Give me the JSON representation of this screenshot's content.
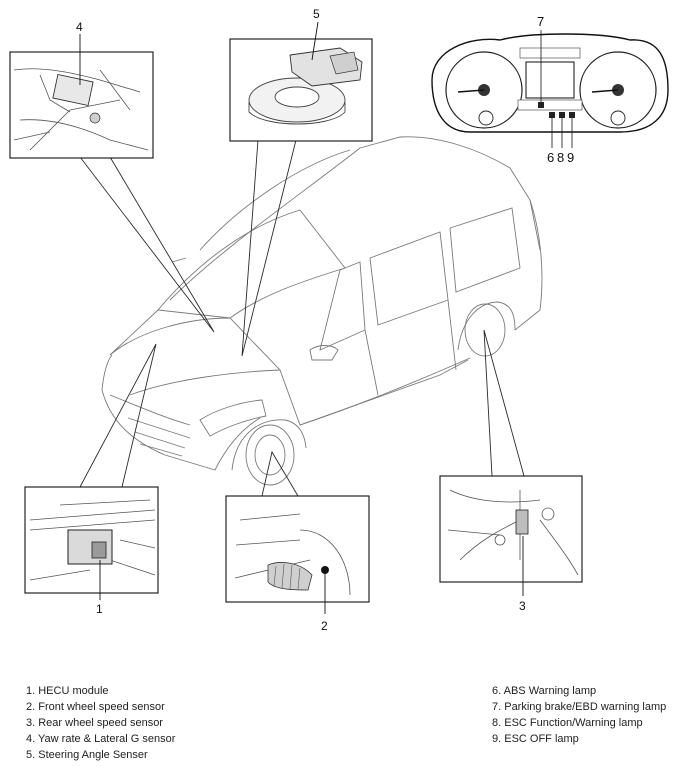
{
  "callouts": {
    "c1": "1",
    "c2": "2",
    "c3": "3",
    "c4": "4",
    "c5": "5",
    "c6": "6",
    "c7": "7",
    "c8": "8",
    "c9": "9"
  },
  "legend": {
    "left": [
      "1. HECU module",
      "2. Front wheel speed sensor",
      "3. Rear wheel speed sensor",
      "4. Yaw rate & Lateral G sensor",
      "5. Steering Angle Senser"
    ],
    "right": [
      "6. ABS Warning lamp",
      "7. Parking brake/EBD warning lamp",
      "8. ESC Function/Warning lamp",
      "9. ESC OFF lamp"
    ]
  },
  "colors": {
    "line": "#3a3a3a",
    "thin": "#8a8a8a",
    "dark": "#1c1c1c"
  }
}
